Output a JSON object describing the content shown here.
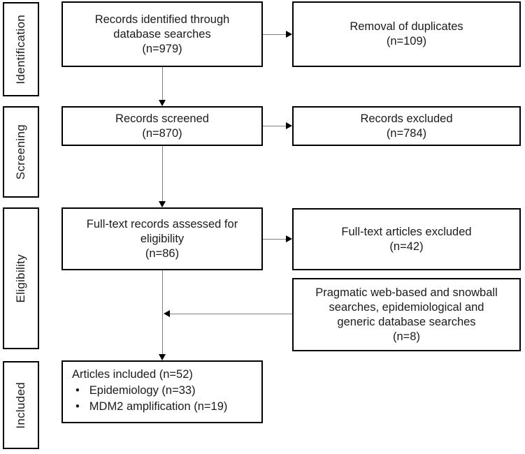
{
  "diagram": {
    "type": "prisma-flow",
    "stages": [
      {
        "label": "Identification"
      },
      {
        "label": "Screening"
      },
      {
        "label": "Eligibility"
      },
      {
        "label": "Included"
      }
    ],
    "boxes": {
      "identified": "Records identified through\ndatabase searches\n(n=979)",
      "duplicates": "Removal of duplicates\n(n=109)",
      "screened": "Records screened\n(n=870)",
      "excluded": "Records excluded\n(n=784)",
      "fulltext_assessed": "Full-text records assessed for\neligibility\n(n=86)",
      "fulltext_excluded": "Full-text articles excluded\n(n=42)",
      "pragmatic": "Pragmatic web-based and snowball\nsearches, epidemiological and\ngeneric database searches\n(n=8)",
      "included_title": "Articles included (n=52)",
      "included_items": [
        {
          "bullet": "•",
          "text": "Epidemiology (n=33)"
        },
        {
          "bullet": "•",
          "text": "MDM2 amplification (n=19)"
        }
      ]
    },
    "counts": {
      "identified": 979,
      "duplicates_removed": 109,
      "screened": 870,
      "excluded": 784,
      "fulltext_assessed": 86,
      "fulltext_excluded": 42,
      "pragmatic_searches": 8,
      "included_total": 52,
      "epidemiology": 33,
      "mdm2_amplification": 19
    },
    "colors": {
      "background": "#ffffff",
      "box_border": "#000000",
      "connector_line": "#808080",
      "arrowhead": "#000000",
      "text": "#1b1b1b"
    }
  }
}
